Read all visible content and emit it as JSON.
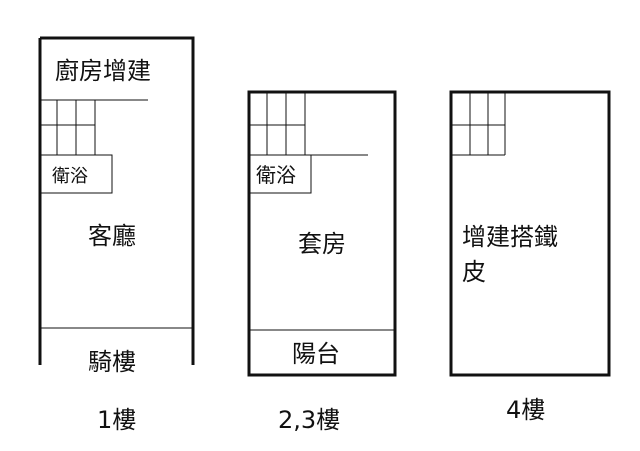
{
  "floors": [
    {
      "caption": "1樓",
      "rooms": {
        "kitchen_extension": "廚房增建",
        "bathroom": "衛浴",
        "living_room": "客廳",
        "arcade": "騎樓"
      }
    },
    {
      "caption": "2,3樓",
      "rooms": {
        "bathroom": "衛浴",
        "suite": "套房",
        "balcony": "陽台"
      }
    },
    {
      "caption": "4樓",
      "rooms": {
        "iron_extension_line1": "增建搭鐵",
        "iron_extension_line2": "皮"
      }
    }
  ],
  "colors": {
    "line": "#111111",
    "background": "#ffffff"
  }
}
